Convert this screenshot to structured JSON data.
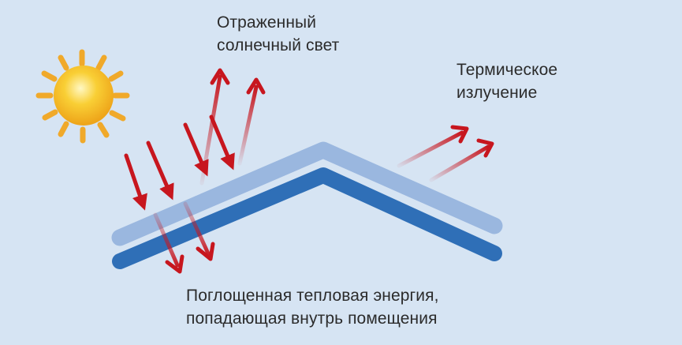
{
  "labels": {
    "reflected": [
      "Отраженный",
      "солнечный свет"
    ],
    "thermal": [
      "Термическое",
      "излучение"
    ],
    "absorbed": [
      "Поглощенная тепловая энергия,",
      "попадающая внутрь помещения"
    ]
  },
  "colors": {
    "background": "#d6e4f3",
    "sun_core": "#f2b417",
    "sun_rays": "#f0a92a",
    "roof_outer": "#9ab7df",
    "roof_inner": "#2f6fb7",
    "arrow": "#c7161e",
    "text": "#2b2b2b"
  }
}
